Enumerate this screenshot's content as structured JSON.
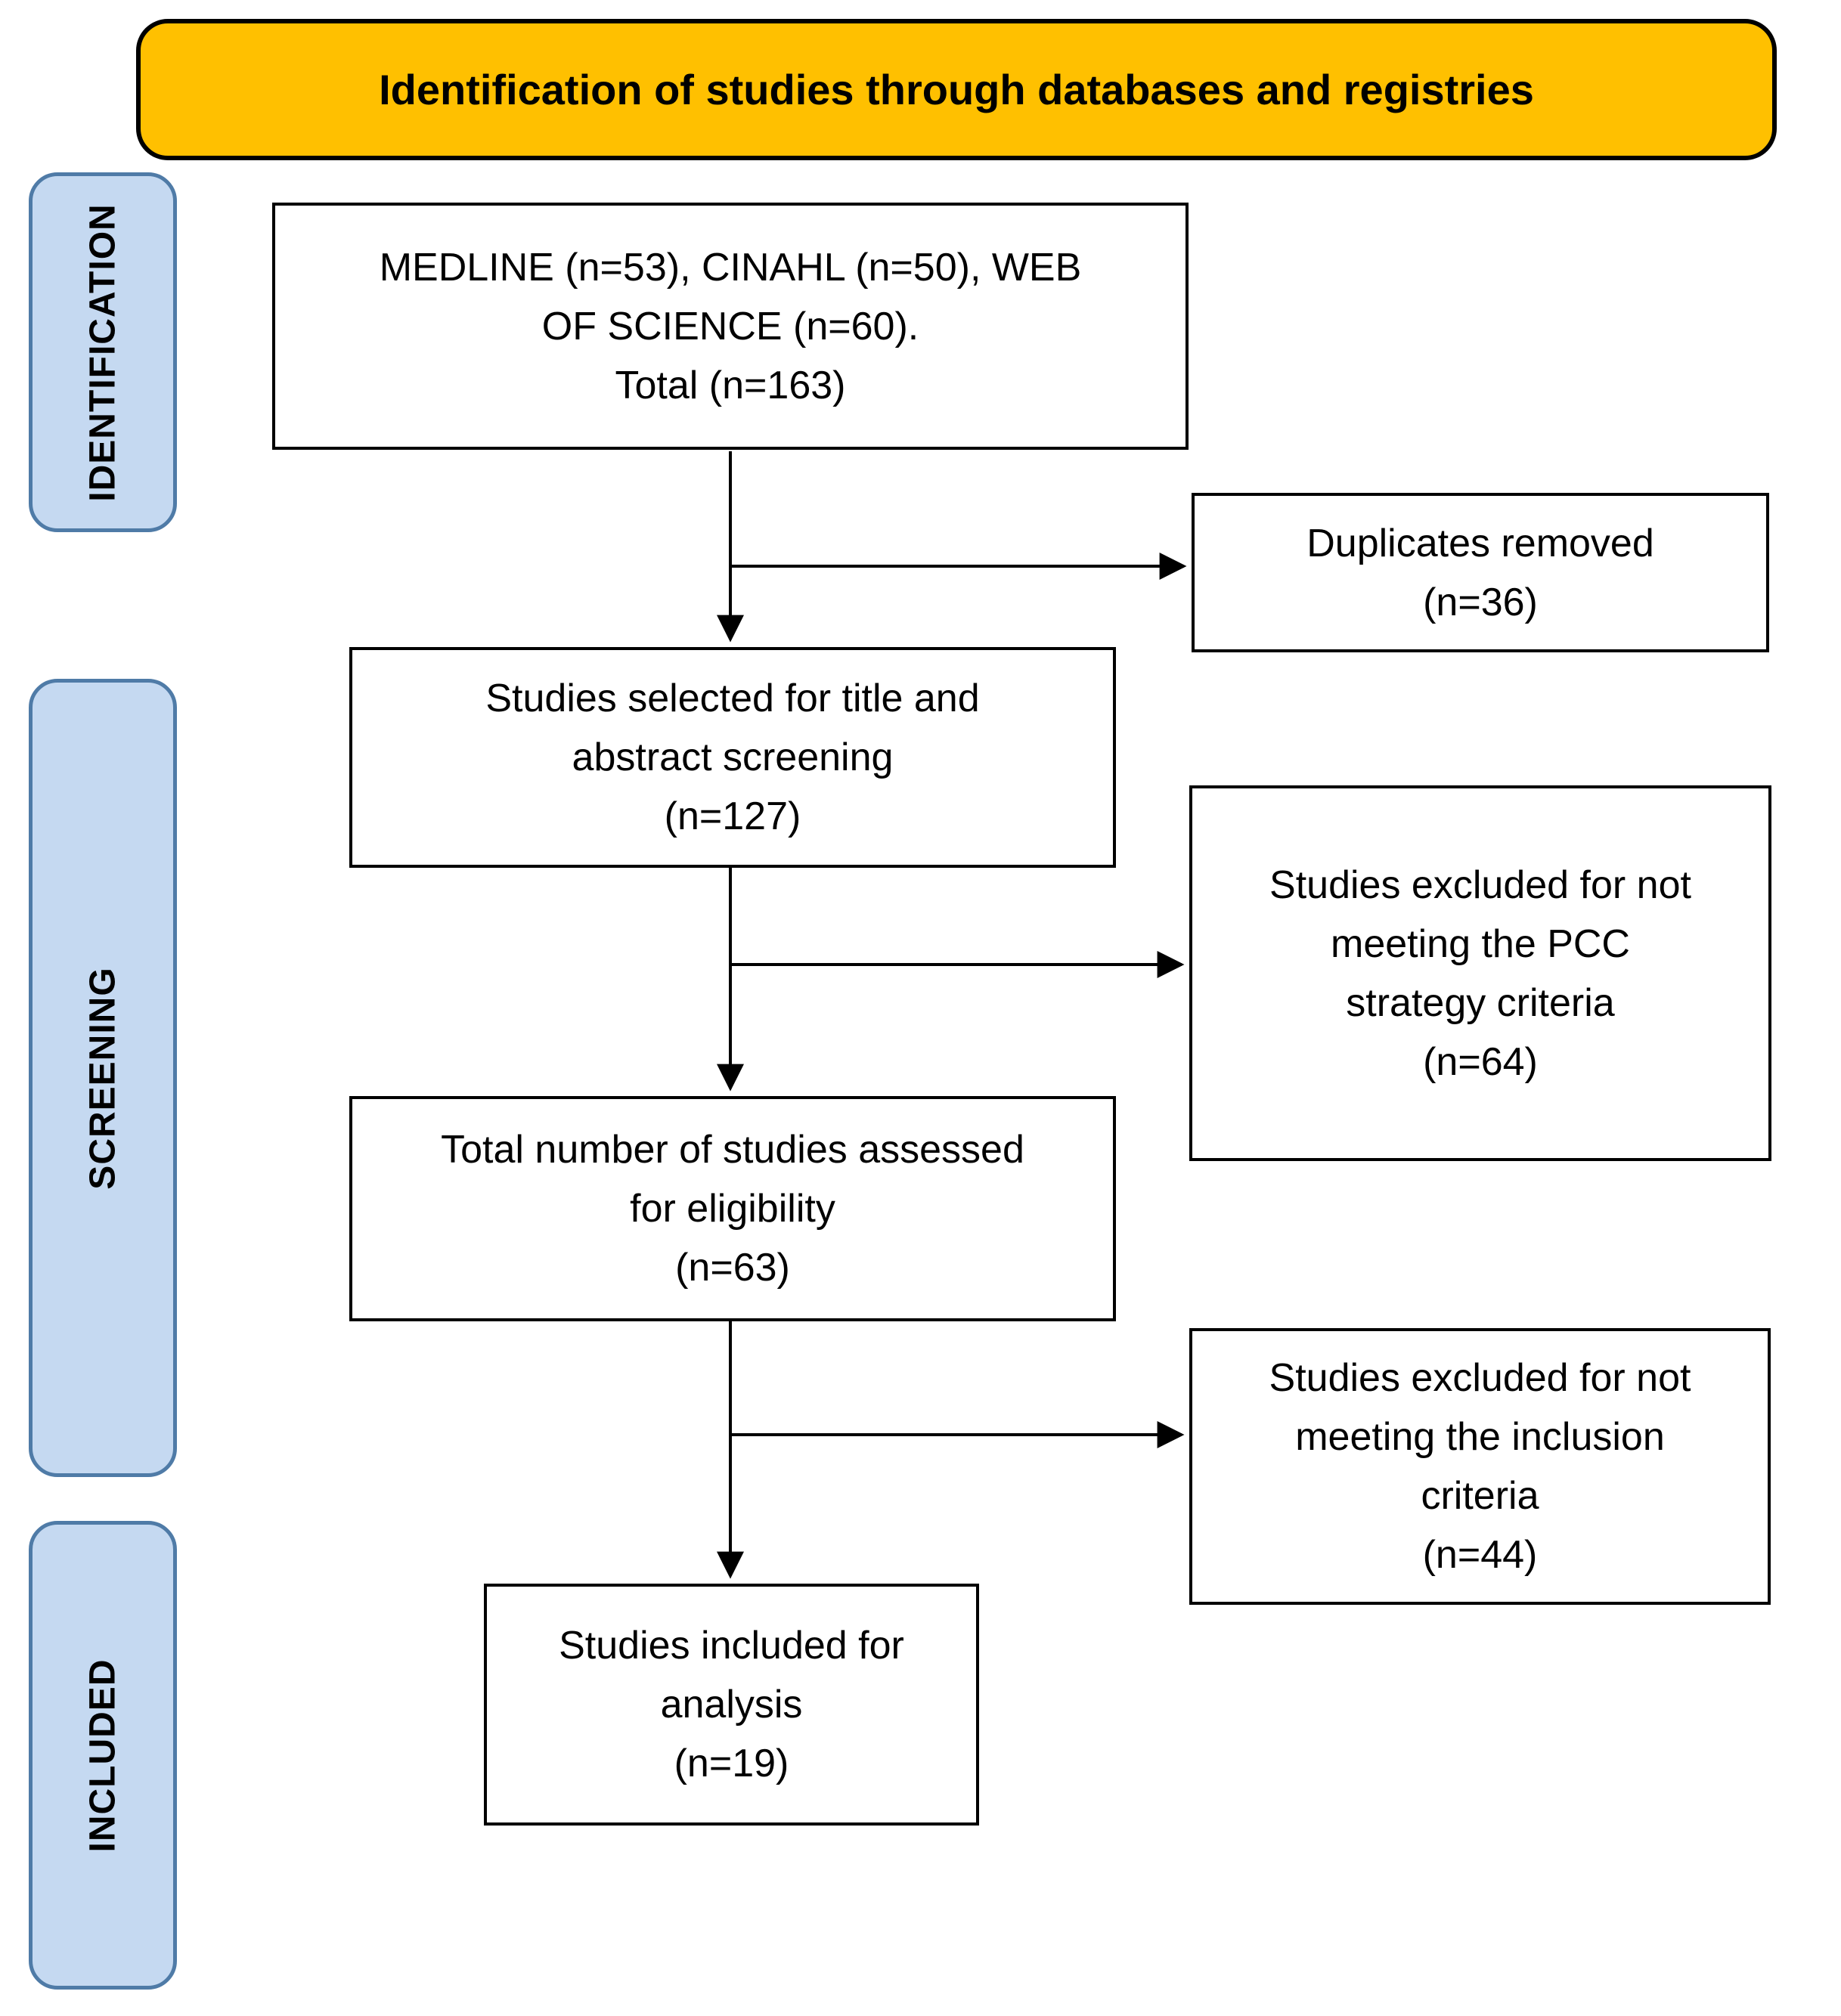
{
  "title": "Identification of studies through databases and registries",
  "stages": [
    {
      "label": "IDENTIFICATION"
    },
    {
      "label": "SCREENING"
    },
    {
      "label": "INCLUDED"
    }
  ],
  "boxes": {
    "databases": {
      "lines": [
        "MEDLINE (n=53), CINAHL (n=50), WEB",
        "OF SCIENCE (n=60).",
        "Total (n=163)"
      ],
      "n": 163
    },
    "title_abstract": {
      "lines": [
        "Studies selected for title and",
        "abstract screening",
        "(n=127)"
      ],
      "n": 127
    },
    "eligibility": {
      "lines": [
        "Total number of studies assessed",
        "for eligibility",
        "(n=63)"
      ],
      "n": 63
    },
    "included": {
      "lines": [
        "Studies included for",
        "analysis",
        "(n=19)"
      ],
      "n": 19
    },
    "duplicates": {
      "lines": [
        "Duplicates removed",
        "(n=36)"
      ],
      "n": 36
    },
    "excluded_pcc": {
      "lines": [
        "Studies excluded for not",
        "meeting the PCC",
        "strategy criteria",
        "(n=64)"
      ],
      "n": 64
    },
    "excluded_inclusion": {
      "lines": [
        "Studies excluded for not",
        "meeting the inclusion",
        "criteria",
        "(n=44)"
      ],
      "n": 44
    }
  },
  "colors": {
    "banner_fill": "#FFC000",
    "banner_border": "#000000",
    "stage_fill": "#C5D9F1",
    "stage_border": "#4F7BA7",
    "box_fill": "#FFFFFF",
    "box_border": "#000000",
    "arrow": "#000000",
    "text": "#000000"
  }
}
